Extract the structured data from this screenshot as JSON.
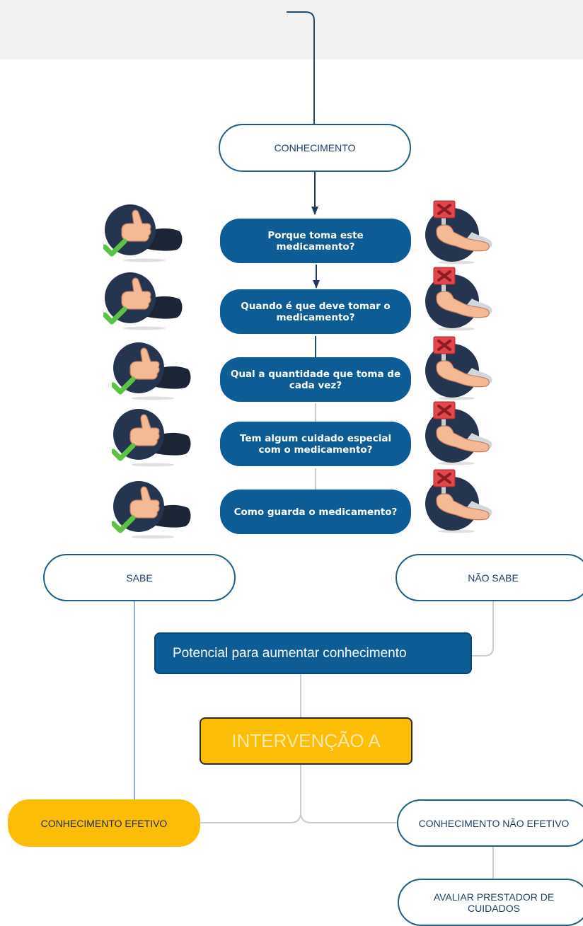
{
  "nodes": {
    "conhecimento": "CONHECIMENTO",
    "questions": [
      "Porque toma este medicamento?",
      "Quando é que deve tomar o medicamento?",
      "Qual a quantidade que toma de cada vez?",
      "Tem algum cuidado especial com o medicamento?",
      "Como guarda o medicamento?"
    ],
    "sabe": "SABE",
    "nao_sabe": "NÃO SABE",
    "potencial": "Potencial para aumentar conhecimento",
    "intervencao": "INTERVENÇÃO A",
    "efetivo": "CONHECIMENTO EFETIVO",
    "nao_efetivo": "CONHECIMENTO NÃO EFETIVO",
    "avaliar": "AVALIAR PRESTADOR DE CUIDADOS"
  },
  "icons": {
    "positive": "thumbs-up-check-icon",
    "negative": "red-x-sign-icon"
  },
  "colors": {
    "primary_blue": "#0e5c96",
    "outline_blue": "#1f5f8c",
    "accent_gold": "#fbbd06",
    "check_green": "#5cc243",
    "cross_red": "#e1474c"
  }
}
